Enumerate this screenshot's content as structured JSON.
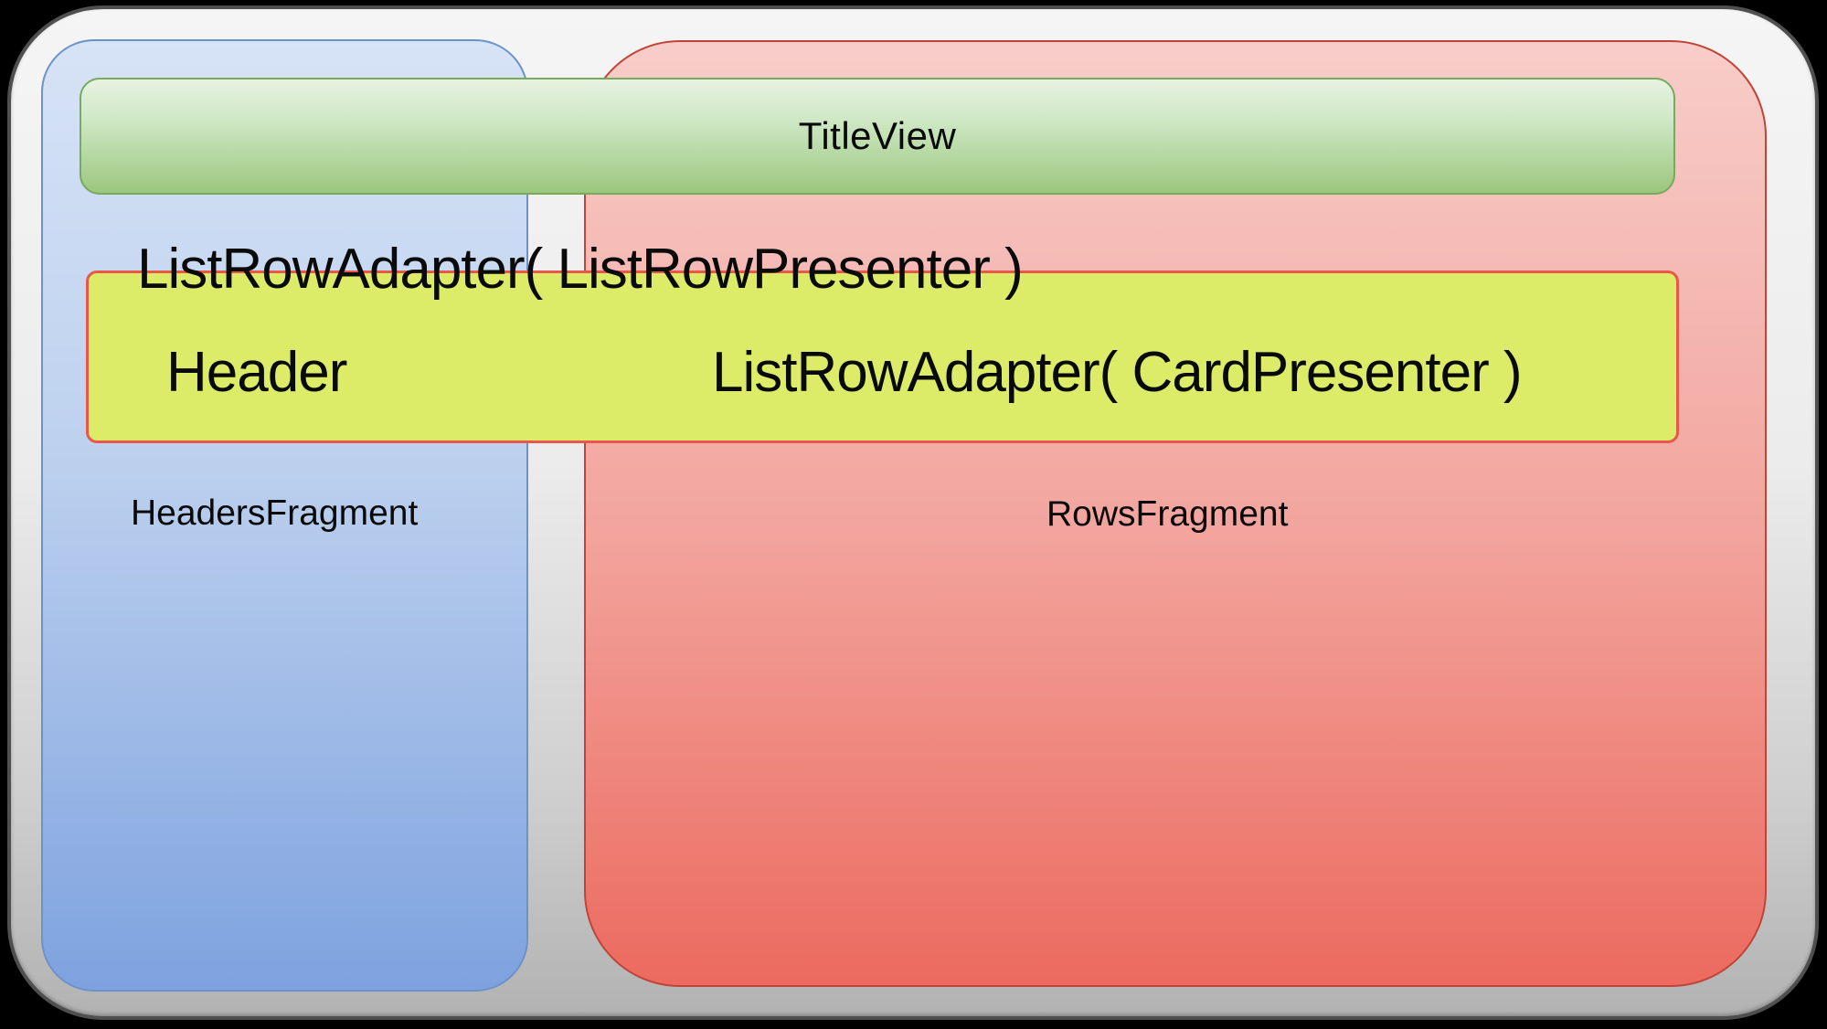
{
  "diagram": {
    "frame": {
      "fill_top": "#f5f5f5",
      "fill_bottom": "#b2b2b2",
      "border_color": "#4f4f4f"
    },
    "title_view": {
      "label": "TitleView",
      "fill_top": "#e7f3e2",
      "fill_bottom": "#9bc77d",
      "border_color": "#78a95c"
    },
    "headers_panel": {
      "label": "HeadersFragment",
      "fill_top": "#d7e3f6",
      "fill_bottom": "#7ea2df",
      "border_color": "#6d92c9"
    },
    "rows_panel": {
      "label": "RowsFragment",
      "fill_top": "#f8cdc9",
      "fill_bottom": "#ec6a5f",
      "border_color": "#bf4539"
    },
    "list_row_adapter_caption": "ListRowAdapter( ListRowPresenter )",
    "list_row_box": {
      "header_label": "Header",
      "card_adapter_label": "ListRowAdapter( CardPresenter )",
      "fill": "#dcec69",
      "border_color": "#e8574a"
    }
  }
}
